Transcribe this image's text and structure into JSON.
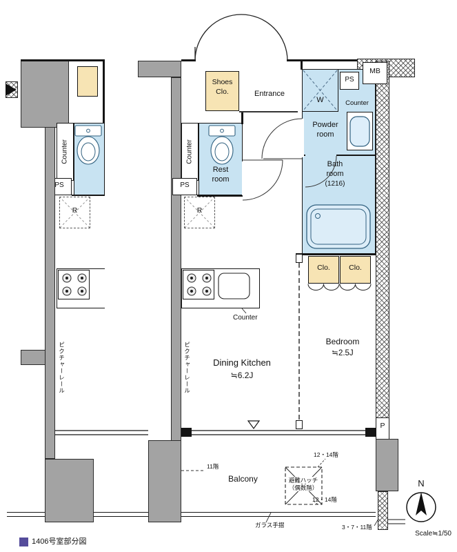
{
  "colors": {
    "wet_area": "#c8e3f2",
    "closet": "#f7e4b4",
    "wall_fill": "#a3a3a3",
    "legend_square": "#554c9b"
  },
  "legend": {
    "text": "1406号室部分図"
  },
  "scale_text": "Scale≒1/50",
  "compass": {
    "north": "N"
  },
  "adjacent_unit": {
    "counter": "Counter",
    "ps": "PS",
    "range": "R",
    "picture_rail": "ピクチャーレール"
  },
  "unit": {
    "shoes_closet_line1": "Shoes",
    "shoes_closet_line2": "Clo.",
    "entrance": "Entrance",
    "washer": "W",
    "meter_box": "MB",
    "pipe_space_top": "PS",
    "counter_top": "Counter",
    "powder_line1": "Powder",
    "powder_line2": "room",
    "bath_line1": "Bath",
    "bath_line2": "room",
    "bath_size": "(1216)",
    "rest_line1": "Rest",
    "rest_line2": "room",
    "counter_side": "Counter",
    "pipe_space": "PS",
    "range": "R",
    "kitchen_counter": "Counter",
    "closet1": "Clo.",
    "closet2": "Clo.",
    "bedroom": "Bedroom",
    "bedroom_size": "≒2.5J",
    "dining_kitchen": "Dining Kitchen",
    "dining_kitchen_size": "≒6.2J",
    "picture_rail": "ピクチャーレール",
    "pipe": "P"
  },
  "balcony": {
    "name": "Balcony",
    "evac_hatch_line1": "避難ハッチ",
    "evac_hatch_line2": "（偶数階）",
    "evac_floors_top": "12・14階",
    "evac_floors_bottom": "12・14階",
    "floor_note_left": "11階",
    "glass_rail": "ガラス手摺",
    "rail_floors": "3・7・11階"
  }
}
